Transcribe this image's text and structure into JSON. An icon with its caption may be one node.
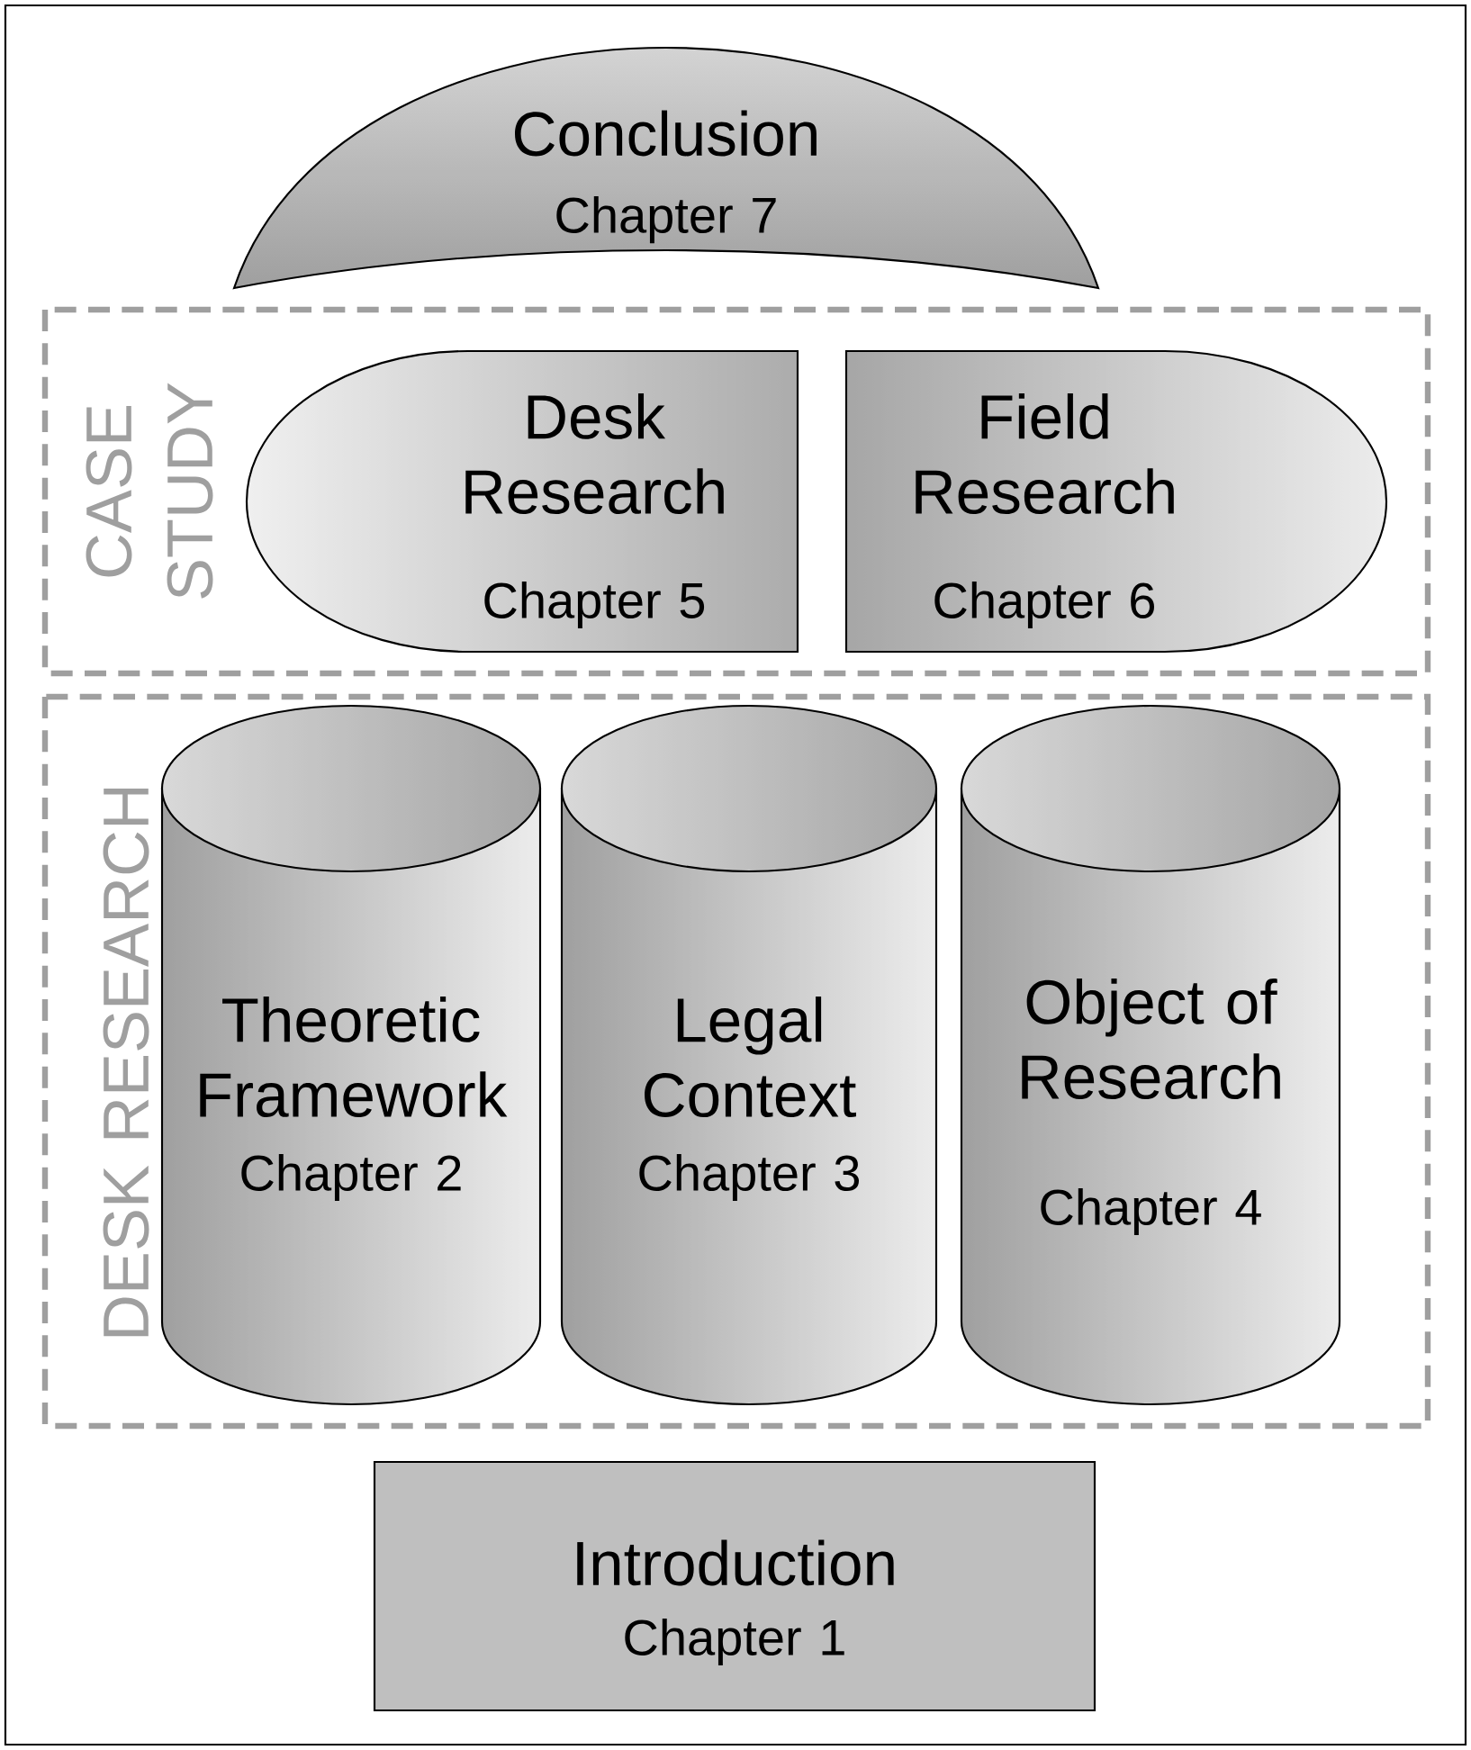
{
  "diagram": {
    "nodes": [
      {
        "text": [
          "Conclusion",
          "Chapter 7"
        ]
      },
      {
        "text": [
          "CASE STUDY"
        ]
      },
      {
        "text": [
          "Desk Research",
          "Chapter 5"
        ],
        "in": 1
      },
      {
        "text": [
          "Field Research",
          "Chapter 6"
        ],
        "in": 1
      },
      {
        "text": [
          "DESK RESEARCH"
        ]
      },
      {
        "text": [
          "Theoretic Framework",
          "Chapter 2"
        ],
        "in": 4
      },
      {
        "text": [
          "Legal Context",
          "Chapter 3"
        ],
        "in": 4
      },
      {
        "text": [
          "Object of Research",
          "Chapter 4"
        ],
        "in": 4
      },
      {
        "text": [
          "Introduction",
          "Chapter 1"
        ]
      }
    ]
  }
}
